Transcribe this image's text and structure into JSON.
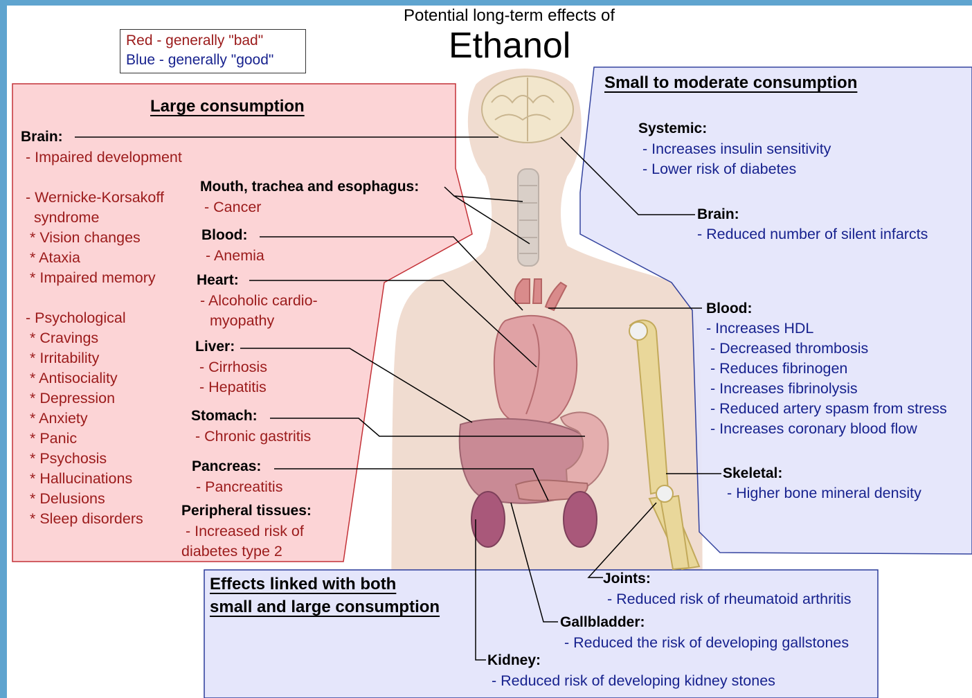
{
  "header": {
    "subtitle": "Potential long-term effects of",
    "title": "Ethanol"
  },
  "legend": {
    "red": "Red - generally \"bad\"",
    "blue": "Blue - generally \"good\""
  },
  "colors": {
    "bad_text": "#9b1b1b",
    "good_text": "#17228e",
    "bad_panel": "#fcd2d4",
    "good_panel": "#e5e6fb",
    "skin": "#f0dcd0"
  },
  "large": {
    "heading": "Large consumption",
    "brain": {
      "label": "Brain:",
      "items": [
        "- Impaired development",
        "- Wernicke-Korsakoff",
        "syndrome",
        "* Vision changes",
        "* Ataxia",
        "* Impaired memory",
        "- Psychological",
        "* Cravings",
        "* Irritability",
        "* Antisociality",
        "* Depression",
        "* Anxiety",
        "* Panic",
        "* Psychosis",
        "* Hallucinations",
        "* Delusions",
        "* Sleep disorders"
      ]
    },
    "mouth": {
      "label": "Mouth, trachea and esophagus:",
      "items": [
        "- Cancer"
      ]
    },
    "blood": {
      "label": "Blood:",
      "items": [
        "- Anemia"
      ]
    },
    "heart": {
      "label": "Heart:",
      "items": [
        "- Alcoholic cardio-",
        "myopathy"
      ]
    },
    "liver": {
      "label": "Liver:",
      "items": [
        "- Cirrhosis",
        "- Hepatitis"
      ]
    },
    "stomach": {
      "label": "Stomach:",
      "items": [
        "- Chronic gastritis"
      ]
    },
    "pancreas": {
      "label": "Pancreas:",
      "items": [
        "- Pancreatitis"
      ]
    },
    "peripheral": {
      "label": "Peripheral tissues:",
      "items": [
        "- Increased risk of",
        "diabetes type 2"
      ]
    }
  },
  "small": {
    "heading": "Small to moderate consumption",
    "systemic": {
      "label": "Systemic:",
      "items": [
        "- Increases insulin sensitivity",
        "- Lower risk of diabetes"
      ]
    },
    "brain": {
      "label": "Brain:",
      "items": [
        "- Reduced number of silent infarcts"
      ]
    },
    "blood": {
      "label": "Blood:",
      "items": [
        "- Increases HDL",
        "- Decreased thrombosis",
        "- Reduces fibrinogen",
        "- Increases fibrinolysis",
        "- Reduced artery spasm from stress",
        "- Increases coronary blood flow"
      ]
    },
    "skeletal": {
      "label": "Skeletal:",
      "items": [
        "- Higher bone mineral density"
      ]
    }
  },
  "both": {
    "heading_line1": "Effects linked with both",
    "heading_line2": "small and large consumption",
    "joints": {
      "label": "Joints:",
      "items": [
        "- Reduced risk of rheumatoid arthritis"
      ]
    },
    "gallbladder": {
      "label": "Gallbladder:",
      "items": [
        "- Reduced the risk of developing gallstones"
      ]
    },
    "kidney": {
      "label": "Kidney:",
      "items": [
        "- Reduced risk of developing kidney stones"
      ]
    }
  }
}
